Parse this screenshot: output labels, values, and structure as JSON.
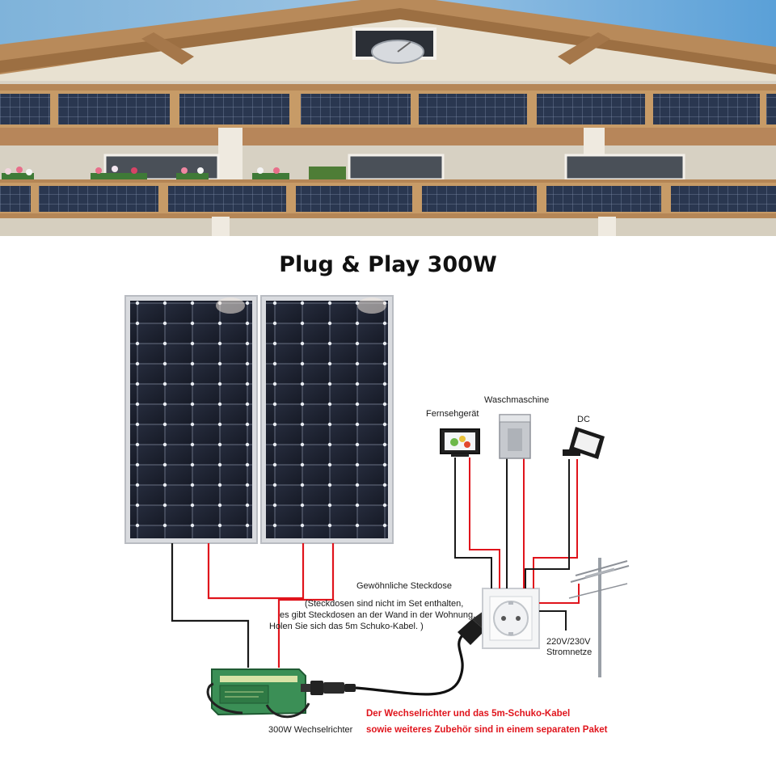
{
  "title": "Plug & Play 300W",
  "appliances": [
    {
      "label": "Fernsehgerät",
      "icon": "tv-icon"
    },
    {
      "label": "Waschmaschine",
      "icon": "washing-machine-icon"
    },
    {
      "label": "DC",
      "icon": "floodlight-icon"
    }
  ],
  "socket": {
    "label": "Gewöhnliche Steckdose",
    "note": [
      "(Steckdosen sind nicht im Set enthalten,",
      "es gibt Steckdosen an der Wand in der Wohnung.",
      "Holen Sie sich das 5m Schuko-Kabel. )"
    ]
  },
  "grid": {
    "voltage": "220V/230V",
    "label": "Stromnetze"
  },
  "inverter": {
    "label": "300W Wechselrichter"
  },
  "package_note": [
    "Der Wechselrichter und das 5m-Schuko-Kabel",
    "sowie weiteres Zubehör sind in einem separaten Paket"
  ],
  "colors": {
    "wire_red": "#e0141c",
    "wire_black": "#1a1a1a",
    "panel": "#1b2030",
    "inverter": "#2f8a4a"
  }
}
